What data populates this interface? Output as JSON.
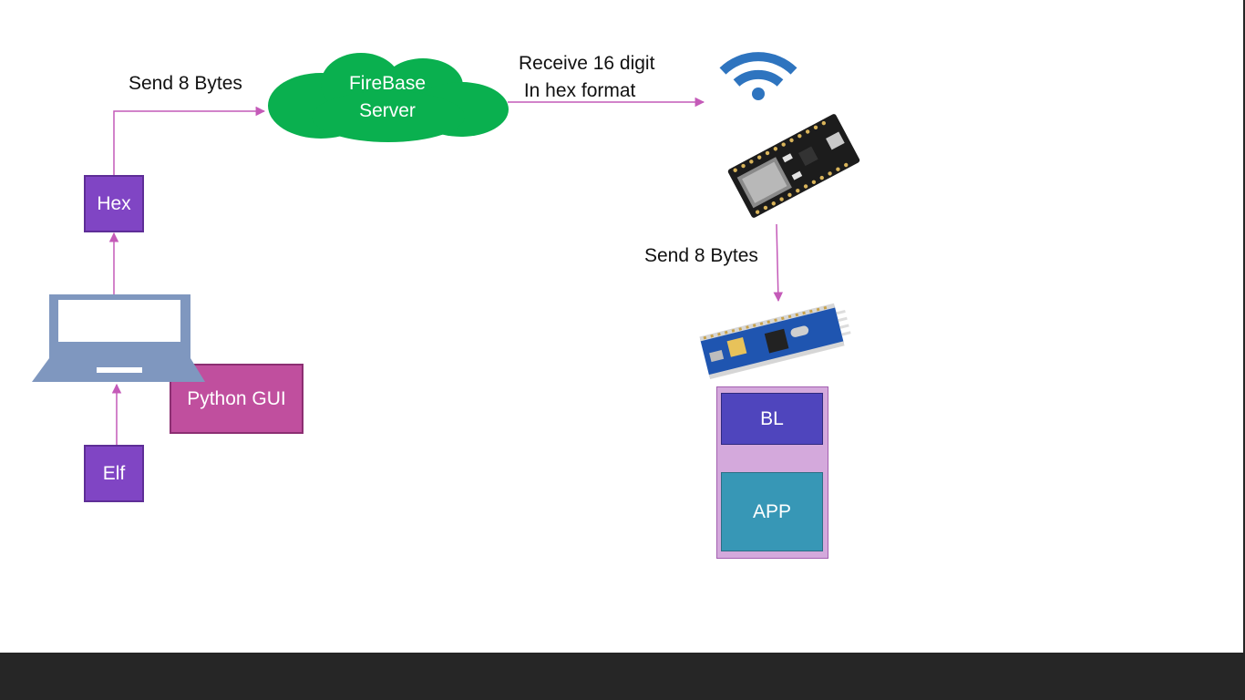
{
  "diagram": {
    "nodes": {
      "elf": "Elf",
      "hex": "Hex",
      "python_gui": "Python GUI",
      "firebase_line1": "FireBase",
      "firebase_line2": "Server",
      "bl": "BL",
      "app": "APP"
    },
    "edge_labels": {
      "send_top": "Send 8 Bytes",
      "receive_line1": "Receive 16 digit",
      "receive_line2": " In hex format",
      "send_mid": "Send 8 Bytes"
    },
    "icons": {
      "laptop": "laptop-icon",
      "cloud": "cloud-icon",
      "wifi": "wifi-icon",
      "esp_board": "esp8266-board-icon",
      "stm_board": "stm32-board-icon"
    },
    "colors": {
      "purple": "#8045c4",
      "magenta": "#c04f9e",
      "cloud_green": "#0ab04f",
      "laptop_blue": "#7f97bf",
      "wifi_blue": "#2e74bf",
      "arrow": "#c45ab8",
      "bl_blue": "#4f45bd",
      "app_teal": "#3797b6",
      "container_lilac": "#d4a9dc",
      "footer": "#262626"
    }
  }
}
